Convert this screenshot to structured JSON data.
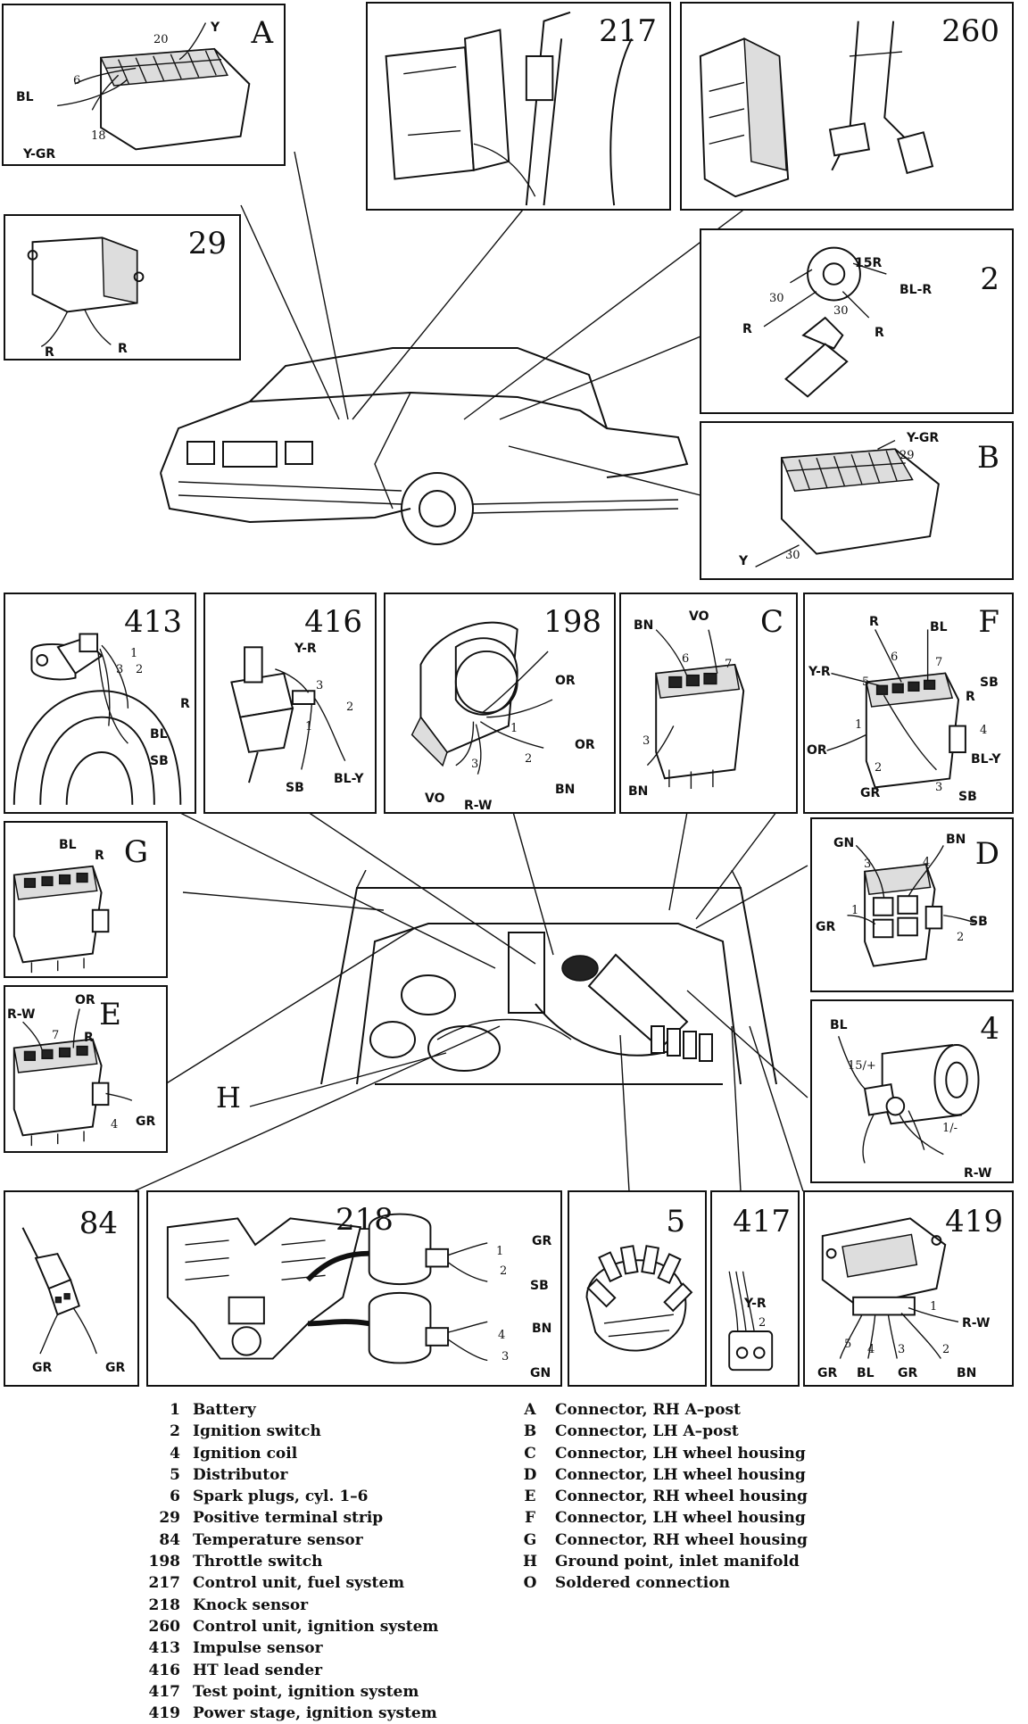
{
  "panels": {
    "A": {
      "id": "A",
      "labels": [
        "Y",
        "20",
        "BL",
        "6",
        "Y-GR",
        "18"
      ]
    },
    "p217": {
      "id": "217",
      "labels": []
    },
    "p260": {
      "id": "260",
      "labels": []
    },
    "p29": {
      "id": "29",
      "labels": [
        "R",
        "R"
      ]
    },
    "p2": {
      "id": "2",
      "labels": [
        "15R",
        "BL-R",
        "30",
        "30",
        "R",
        "R"
      ]
    },
    "B": {
      "id": "B",
      "labels": [
        "Y-GR",
        "29",
        "Y",
        "30"
      ]
    },
    "p413": {
      "id": "413",
      "labels": [
        "1",
        "2",
        "3",
        "R",
        "BL",
        "SB"
      ]
    },
    "p416": {
      "id": "416",
      "labels": [
        "Y-R",
        "3",
        "2",
        "1",
        "SB",
        "BL-Y"
      ]
    },
    "p198": {
      "id": "198",
      "labels": [
        "OR",
        "1",
        "OR",
        "2",
        "3",
        "BN",
        "VO",
        "R-W"
      ]
    },
    "C": {
      "id": "C",
      "labels": [
        "BN",
        "VO",
        "6",
        "7",
        "3",
        "BN"
      ]
    },
    "F": {
      "id": "F",
      "labels": [
        "R",
        "BL",
        "Y-R",
        "6",
        "7",
        "5",
        "SB",
        "R",
        "OR",
        "1",
        "4",
        "BL-Y",
        "2",
        "GR",
        "3",
        "SB"
      ]
    },
    "G": {
      "id": "G",
      "labels": [
        "BL",
        "R"
      ]
    },
    "D": {
      "id": "D",
      "labels": [
        "GN",
        "BN",
        "3",
        "4",
        "1",
        "GR",
        "SB",
        "2"
      ]
    },
    "E": {
      "id": "E",
      "labels": [
        "OR",
        "R-W",
        "7",
        "R",
        "4",
        "GR"
      ]
    },
    "p4": {
      "id": "4",
      "labels": [
        "BL",
        "15/+",
        "1/-",
        "R-W"
      ]
    },
    "p84": {
      "id": "84",
      "labels": [
        "GR",
        "GR"
      ]
    },
    "p218": {
      "id": "218",
      "labels": [
        "1",
        "GR",
        "2",
        "SB",
        "4",
        "BN",
        "3",
        "GN"
      ]
    },
    "p5": {
      "id": "5",
      "labels": []
    },
    "p417": {
      "id": "417",
      "labels": [
        "Y-R",
        "2"
      ]
    },
    "p419": {
      "id": "419",
      "labels": [
        "1",
        "R-W",
        "5",
        "4",
        "3",
        "2",
        "GR",
        "BL",
        "GR",
        "BN"
      ]
    }
  },
  "ground_label": "H",
  "legend_left": [
    {
      "key": "1",
      "text": "Battery"
    },
    {
      "key": "2",
      "text": "Ignition switch"
    },
    {
      "key": "4",
      "text": "Ignition coil"
    },
    {
      "key": "5",
      "text": "Distributor"
    },
    {
      "key": "6",
      "text": "Spark plugs, cyl. 1–6"
    },
    {
      "key": "29",
      "text": "Positive terminal strip"
    },
    {
      "key": "84",
      "text": "Temperature sensor"
    },
    {
      "key": "198",
      "text": "Throttle switch"
    },
    {
      "key": "217",
      "text": "Control unit, fuel system"
    },
    {
      "key": "218",
      "text": "Knock sensor"
    },
    {
      "key": "260",
      "text": "Control unit, ignition system"
    },
    {
      "key": "413",
      "text": "Impulse sensor"
    },
    {
      "key": "416",
      "text": "HT lead sender"
    },
    {
      "key": "417",
      "text": "Test point, ignition system"
    },
    {
      "key": "419",
      "text": "Power stage, ignition system"
    }
  ],
  "legend_right": [
    {
      "key": "A",
      "text": "Connector, RH A–post"
    },
    {
      "key": "B",
      "text": "Connector, LH A–post"
    },
    {
      "key": "C",
      "text": "Connector, LH wheel housing"
    },
    {
      "key": "D",
      "text": "Connector, LH wheel housing"
    },
    {
      "key": "E",
      "text": "Connector, RH wheel housing"
    },
    {
      "key": "F",
      "text": "Connector, LH wheel housing"
    },
    {
      "key": "G",
      "text": "Connector, RH wheel housing"
    },
    {
      "key": "H",
      "text": "Ground point, inlet manifold"
    },
    {
      "key": "O",
      "text": "Soldered connection"
    }
  ]
}
